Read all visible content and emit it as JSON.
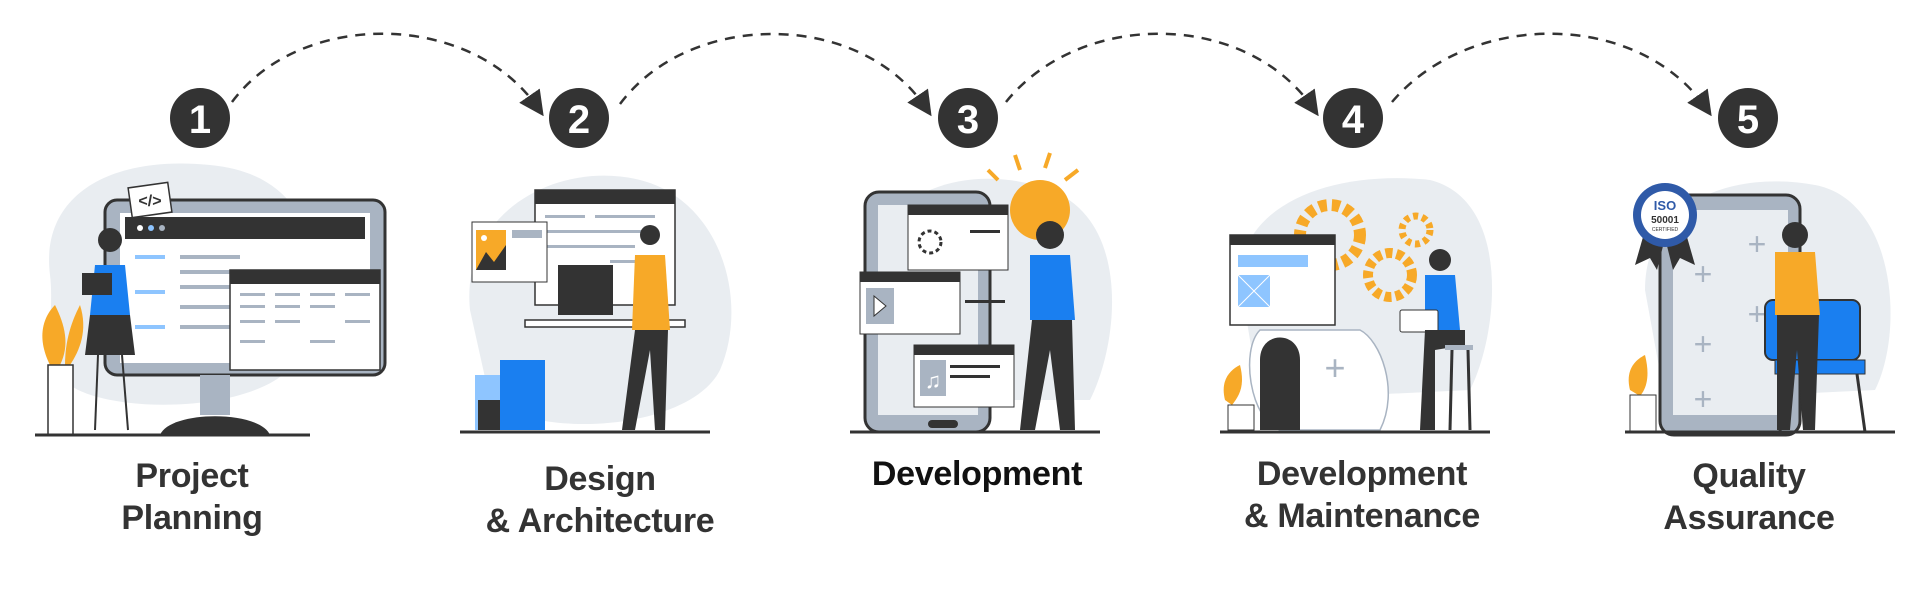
{
  "title": "Software Development Process",
  "colors": {
    "dark": "#333333",
    "accent_orange": "#F7A928",
    "accent_blue": "#1A7FF0",
    "light_blue": "#8EC5FF",
    "gray": "#A9B4C2",
    "blob": "#E9EDF1"
  },
  "steps": [
    {
      "number": "1",
      "label_lines": [
        "Project",
        "Planning"
      ],
      "icon": "code-tag-icon"
    },
    {
      "number": "2",
      "label_lines": [
        "Design",
        "& Architecture"
      ],
      "icon": "image-icon"
    },
    {
      "number": "3",
      "label_lines": [
        "Development"
      ],
      "icon": "gear-icon"
    },
    {
      "number": "4",
      "label_lines": [
        "Development",
        "& Maintenance"
      ],
      "icon": "gear-icon"
    },
    {
      "number": "5",
      "label_lines": [
        "Quality",
        "Assurance"
      ],
      "icon": "iso-badge-icon",
      "badge_text": [
        "ISO",
        "50001",
        "CERTIFIED"
      ]
    }
  ]
}
